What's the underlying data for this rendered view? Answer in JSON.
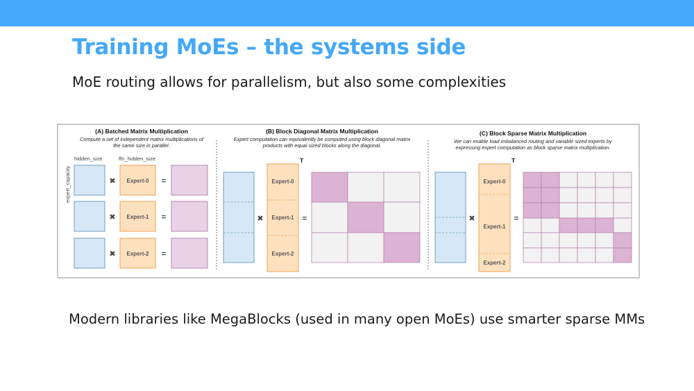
{
  "slide": {
    "title": "Training MoEs – the systems side",
    "subtitle": "MoE routing allows for parallelism, but also some complexities",
    "footer": "Modern libraries like MegaBlocks (used in many open MoEs) use smarter sparse MMs"
  },
  "figure": {
    "panel_a": {
      "title": "(A) Batched Matrix Multiplication",
      "desc1": "Compute a set of independent matrix multiplications of",
      "desc2": "the same size in parallel.",
      "label_hidden": "hidden_size",
      "label_ffn": "ffn_hidden_size",
      "label_capacity": "expert_capacity",
      "experts": [
        "Expert-0",
        "Expert-1",
        "Expert-2"
      ]
    },
    "panel_b": {
      "title": "(B) Block Diagonal Matrix Multiplication",
      "desc1": "Expert computation can equivalently be computed using block diagonal matrix",
      "desc2": "products with equal sized blocks along the diagonal.",
      "transpose": "T",
      "experts": [
        "Expert-0",
        "Expert-1",
        "Expert-2"
      ]
    },
    "panel_c": {
      "title": "(C) Block Sparse Matrix Multiplication",
      "desc1": "We can enable load imbalanced routing and variable sized experts by",
      "desc2": "expressing expert computation as block sparse matrix multiplication.",
      "transpose": "T",
      "experts": [
        "Expert-0",
        "Expert-1",
        "Expert-2"
      ]
    },
    "symbols": {
      "times": "✖",
      "equals": "="
    },
    "colors": {
      "blue_fill": "#d6e8f5",
      "blue_stroke": "#6f9cc2",
      "orange_fill": "#fde1bf",
      "orange_stroke": "#f0a050",
      "pink_fill": "#e8d3e6",
      "pink_stroke": "#b684b0",
      "pink_dark": "#dcb3d3",
      "grey_cell": "#f2f2f2"
    }
  }
}
